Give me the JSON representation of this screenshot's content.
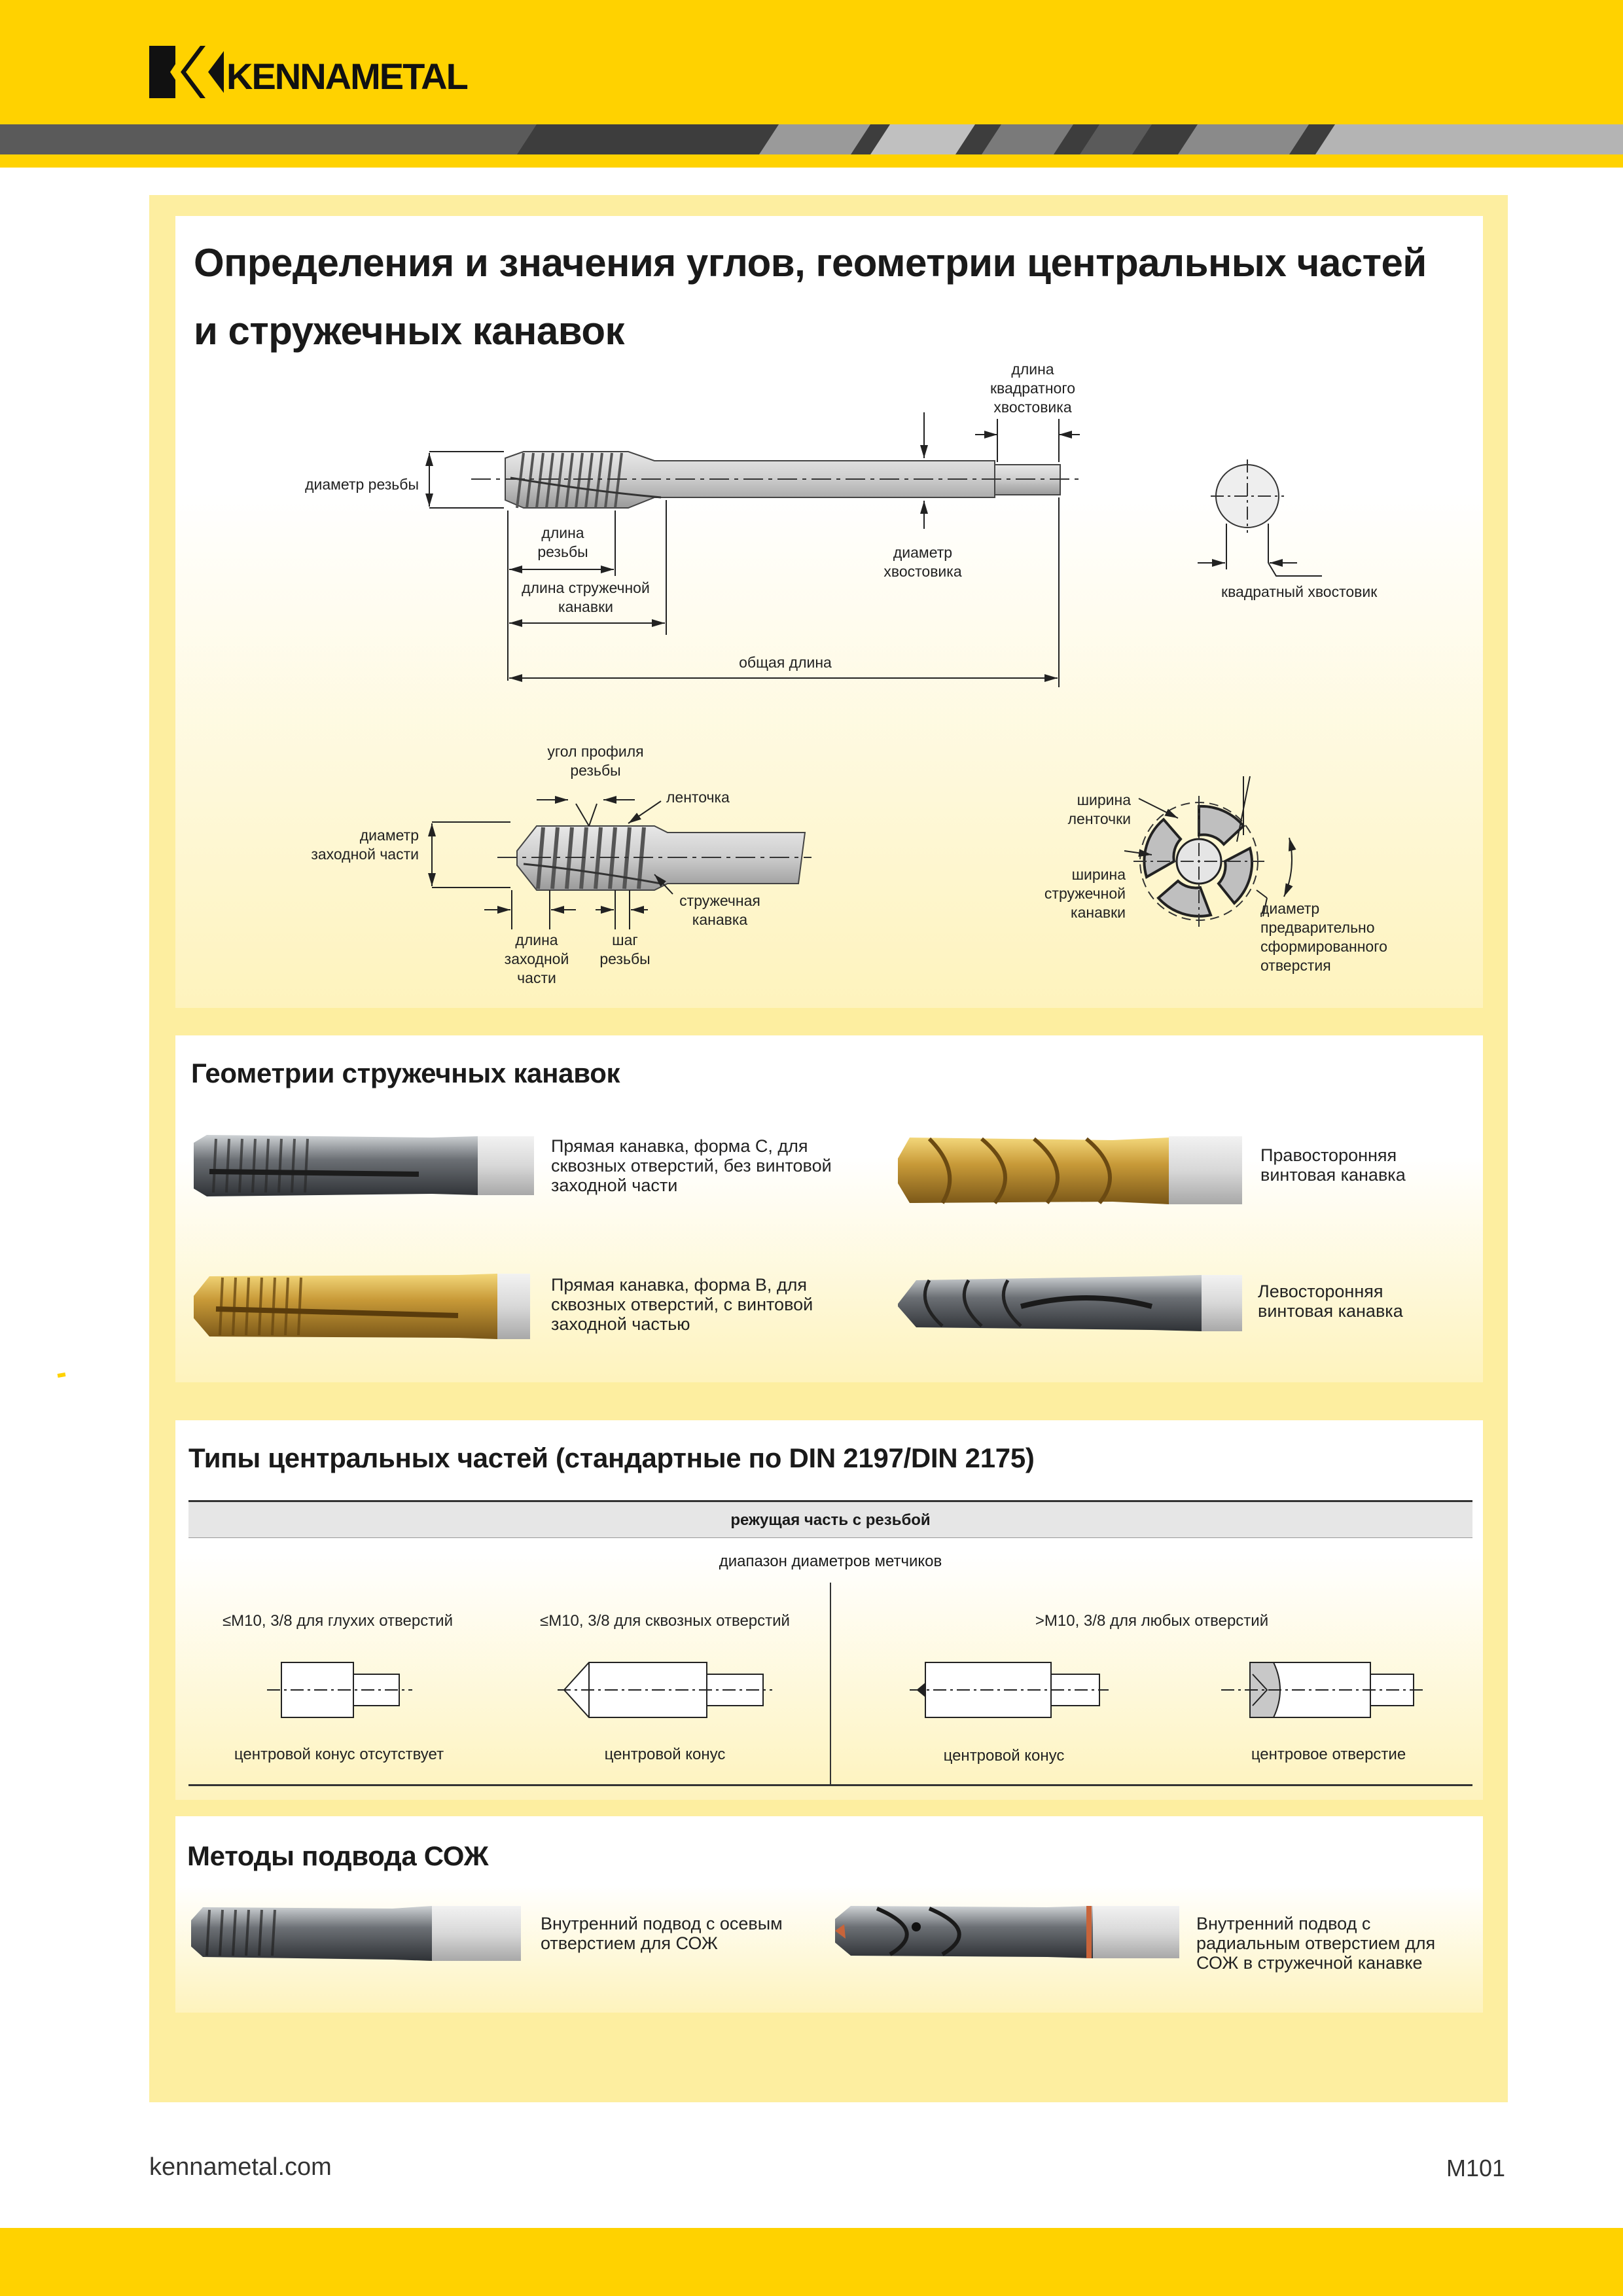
{
  "header": {
    "brand": "KENNAMETAL",
    "brand_color": "#ffd200"
  },
  "title": "Определения и значения углов, геометрии центральных частей и стружечных канавок",
  "diagram1": {
    "thread_diameter": "диаметр резьбы",
    "thread_length": "длина\nрезьбы",
    "flute_length": "длина стружечной\nканавки",
    "shank_diameter": "диаметр\nхвостовика",
    "square_length": "длина\nквадратного\nхвостовика",
    "overall_length": "общая длина",
    "square_shank": "квадратный хвостовик"
  },
  "diagram2": {
    "thread_angle": "угол профиля\nрезьбы",
    "land": "ленточка",
    "chamfer_diameter": "диаметр\nзаходной части",
    "flute": "стружечная\nканавка",
    "chamfer_length": "длина\nзаходной\nчасти",
    "pitch": "шаг\nрезьбы",
    "land_width": "ширина\nленточки",
    "flute_width": "ширина\nстружечной\nканавки",
    "predrill_diameter": "диаметр\nпредварительно\nсформированного\nотверстия"
  },
  "flutes": {
    "heading": "Геометрии стружечных канавок",
    "items": [
      {
        "text": "Прямая канавка, форма С, для сквозных отверстий, без винтовой заходной части"
      },
      {
        "text": "Правосторонняя винтовая канавка"
      },
      {
        "text": "Прямая канавка, форма В, для сквозных отверстий, с винтовой заходной частью"
      },
      {
        "text": "Левосторонняя винтовая канавка"
      }
    ]
  },
  "centers": {
    "heading": "Типы центральных частей (стандартные по DIN 2197/DIN 2175)",
    "table_header": "режущая часть с резьбой",
    "sub_header": "диапазон диаметров метчиков",
    "col1_range": "≤M10, 3/8 для глухих отверстий",
    "col2_range": "≤M10, 3/8 для сквозных отверстий",
    "col3_range": ">M10, 3/8 для любых отверстий",
    "types": [
      "центровой конус отсутствует",
      "центровой конус",
      "центровой конус",
      "центровое отверстие"
    ]
  },
  "coolant": {
    "heading": "Методы подвода СОЖ",
    "items": [
      {
        "text": "Внутренний подвод с осевым отверстием для СОЖ"
      },
      {
        "text": "Внутренний подвод с радиальным отверстием для СОЖ в стружечной канавке"
      }
    ]
  },
  "footer": {
    "url": "kennametal.com",
    "page": "M101"
  }
}
